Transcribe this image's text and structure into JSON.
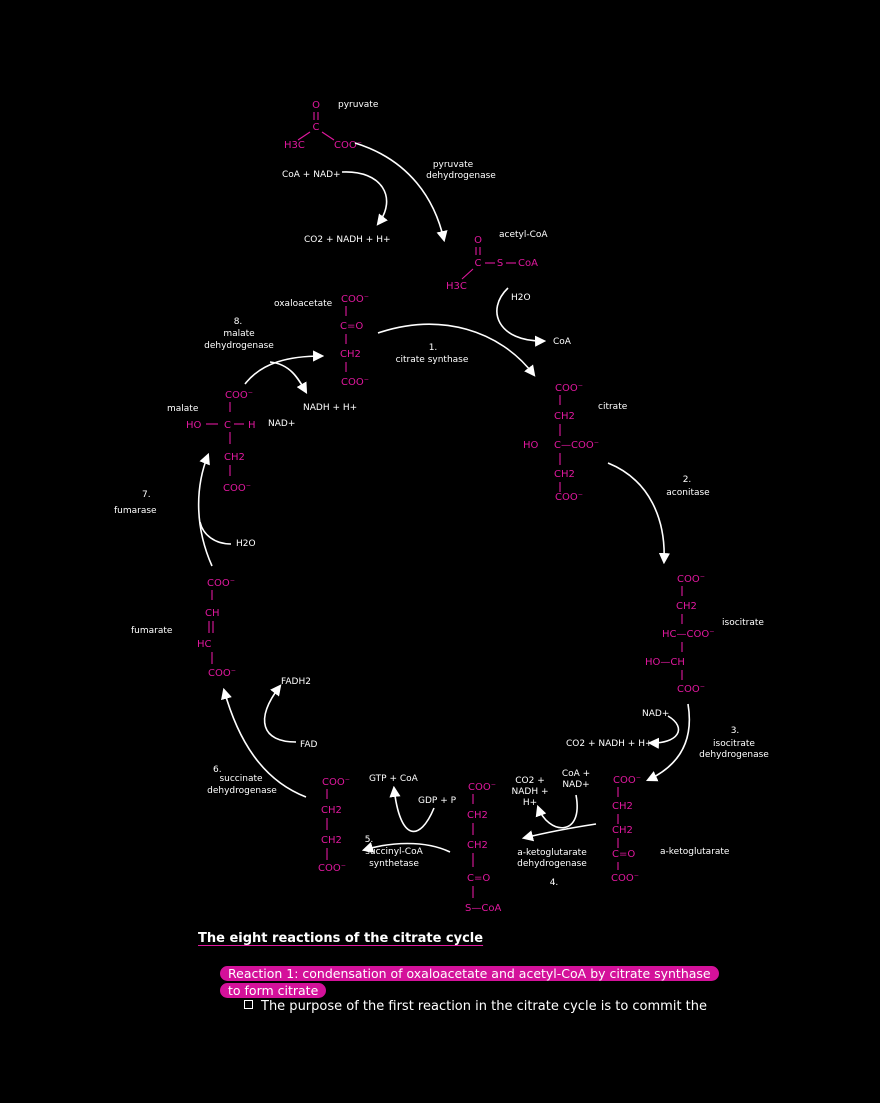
{
  "diagram": {
    "molecules": {
      "pyruvate": "pyruvate",
      "acetyl_coa": "acetyl-CoA",
      "citrate": "citrate",
      "isocitrate": "isocitrate",
      "alpha_ketoglutarate": "a-ketoglutarate",
      "fumarate": "fumarate",
      "malate": "malate",
      "oxaloacetate": "oxaloacetate"
    },
    "enzymes": {
      "pdh_1": "pyruvate",
      "pdh_2": "dehydrogenase",
      "r1_num": "1.",
      "r1_name": "citrate synthase",
      "r2_num": "2.",
      "r2_name": "aconitase",
      "r3_num": "3.",
      "r3_name_1": "isocitrate",
      "r3_name_2": "dehydrogenase",
      "r4_name_1": "a-ketoglutarate",
      "r4_name_2": "dehydrogenase",
      "r4_num": "4.",
      "r5_num": "5.",
      "r5_name_1": "succinyl-CoA",
      "r5_name_2": "synthetase",
      "r6_num": "6.",
      "r6_name_1": "succinate",
      "r6_name_2": "dehydrogenase",
      "r7_num": "7.",
      "r7_name": "fumarase",
      "r8_num": "8.",
      "r8_name_1": "malate",
      "r8_name_2": "dehydrogenase"
    },
    "cofactors": {
      "coa_nad": "CoA + NAD+",
      "co2_nadh_h": "CO2 + NADH + H+",
      "h2o_1": "H2O",
      "coa_out": "CoA",
      "nad_3": "NAD+",
      "co2_nadh_h_3": "CO2 + NADH + H+",
      "coa_nad_4a": "CoA +",
      "coa_nad_4b": "NAD+",
      "co2_nadh_4a": "CO2 +",
      "co2_nadh_4b": "NADH +",
      "co2_nadh_4c": "H+",
      "gtp_coa": "GTP + CoA",
      "gdp_p": "GDP + P",
      "fad": "FAD",
      "fadh2": "FADH2",
      "h2o_7": "H2O",
      "nad_8": "NAD+",
      "nadh_h_8": "NADH + H+"
    },
    "chem": {
      "o": "O",
      "c": "C",
      "h3c": "H3C",
      "coo": "COO⁻",
      "s": "S",
      "coa": "CoA",
      "ch2": "CH2",
      "ho": "HO",
      "h": "H",
      "ch": "CH",
      "hc": "HC",
      "hc_coo": "HC—COO⁻",
      "ho_ch": "HO—CH",
      "c_o": "C=O",
      "s_coa": "S—CoA",
      "c_coo": "C—COO⁻"
    }
  },
  "notes": {
    "heading": "The eight reactions of the citrate cycle",
    "reaction_title_line1": "Reaction 1: condensation of oxaloacetate and acetyl-CoA by citrate synthase",
    "reaction_title_line2": "to form citrate",
    "bullet_1": "The purpose of the first reaction in the citrate cycle is to commit the"
  },
  "colors": {
    "background": "#000000",
    "text": "#ffffff",
    "accent": "#e0189e",
    "highlight": "#d4119a"
  }
}
